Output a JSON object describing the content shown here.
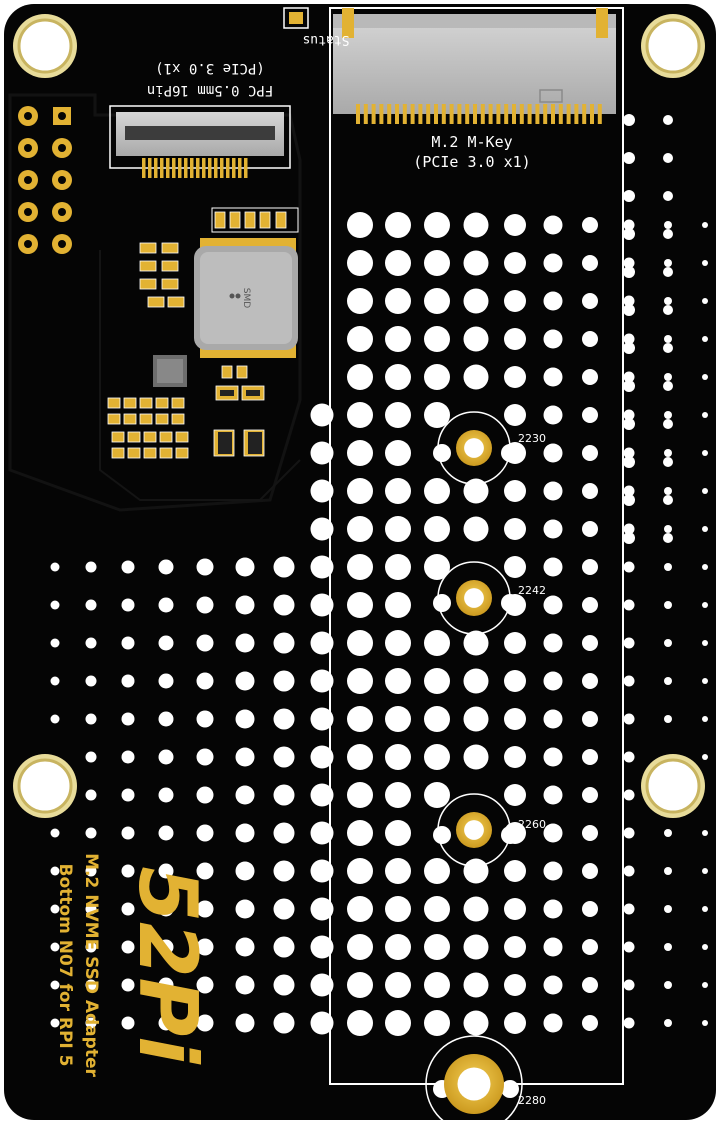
{
  "board": {
    "colors": {
      "soldermask": "#050505",
      "copper_gold": "#e2b233",
      "gold_dark": "#b88a16",
      "silkscreen": "#ffffff",
      "connector_metal": "#c8c8c8",
      "mounting_ring": "#e8dc9a"
    }
  },
  "silkscreen": {
    "status_label": "Status",
    "fpc_label_line1": "FPC 0.5mm 16Pin",
    "fpc_label_line2": "(PCIe 3.0 x1)",
    "m2_label_line1": "M.2 M-Key",
    "m2_label_line2": "(PCIe 3.0 x1)",
    "smd_marking": "SMD",
    "standoffs": [
      "2230",
      "2242",
      "2260",
      "2280"
    ]
  },
  "branding": {
    "logo_text": "52Pi",
    "product_line1": "M.2 NVME SSD Adapter",
    "product_line2": "Bottom N07 for RPI 5"
  },
  "icons": {
    "mounting_hole": "mounting-hole-icon",
    "standoff_hole": "standoff-hole-icon",
    "gpio_pad": "pad-icon"
  }
}
